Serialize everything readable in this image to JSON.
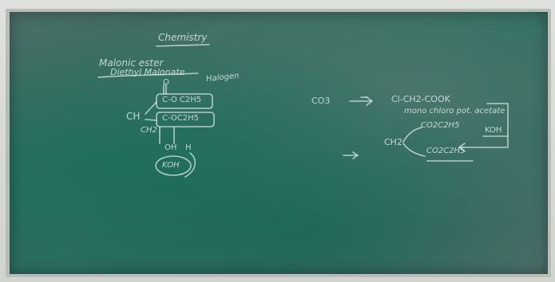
{
  "board": {
    "colors": {
      "board": "#2f6b5f",
      "chalk": "#e1ebeb",
      "frame": "#b9bdb6"
    },
    "left": {
      "title": "Chemistry",
      "line1": "Malonic ester",
      "line2": "Diethyl Malonate",
      "halogen": "Halogen",
      "group_top": "C-O C2H5",
      "group_bottom": "C-OC2H5",
      "ch": "CH",
      "h_label": "H",
      "ch2": "CH2",
      "oh": "OH",
      "base": "KOH"
    },
    "right": {
      "reagent": "CO3",
      "product": "Cl-CH2-COOK",
      "product_name": "mono chloro pot. acetate",
      "ester_top": "CO2C2H5",
      "ester_left": "CH2",
      "ester_bottom": "CO2C2H5",
      "koh": "KOH"
    }
  }
}
